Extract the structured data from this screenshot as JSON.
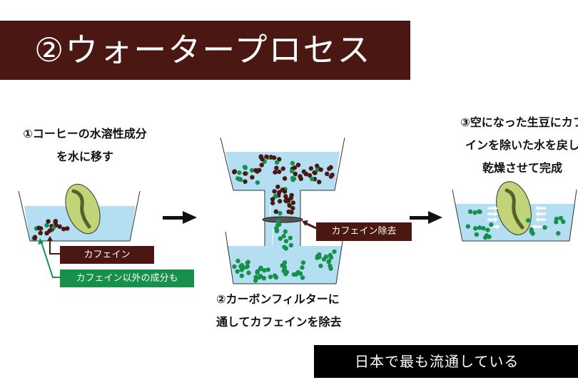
{
  "title": "②ウォータープロセス",
  "steps": [
    {
      "line1": "①コーヒーの水溶性成分",
      "line2": "を水に移す"
    },
    {
      "line1": "②カーボンフィルターに",
      "line2": "通してカフェインを除去"
    },
    {
      "line1": "③空になった生豆にカフ",
      "line2": "インを除いた水を戻し",
      "line3": "乾燥させて完成"
    }
  ],
  "labels": {
    "caffeine": "カフェイン",
    "other_components": "カフェイン以外の成分も",
    "caffeine_removal": "カフェイン除去"
  },
  "banner": "日本で最も流通している",
  "colors": {
    "title_bg": "#4a1713",
    "caffeine": "#4a1713",
    "other": "#16904a",
    "water": "#b4def2",
    "bean": "#c1d47a",
    "bean_line": "#55612b"
  }
}
